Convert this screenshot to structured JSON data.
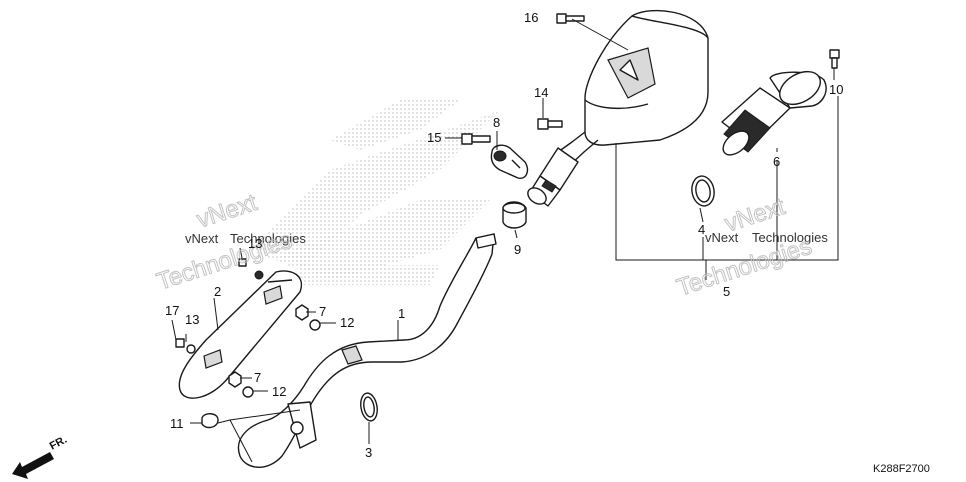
{
  "diagram_code": "K288F2700",
  "direction_label": "FR.",
  "watermark": {
    "brand": "vNext",
    "word": "Technologies"
  },
  "callouts": [
    {
      "id": "c1",
      "label": "1"
    },
    {
      "id": "c2",
      "label": "2"
    },
    {
      "id": "c3",
      "label": "3"
    },
    {
      "id": "c4",
      "label": "4"
    },
    {
      "id": "c5",
      "label": "5"
    },
    {
      "id": "c6",
      "label": "6"
    },
    {
      "id": "c7a",
      "label": "7"
    },
    {
      "id": "c7b",
      "label": "7"
    },
    {
      "id": "c8",
      "label": "8"
    },
    {
      "id": "c9",
      "label": "9"
    },
    {
      "id": "c10",
      "label": "10"
    },
    {
      "id": "c11",
      "label": "11"
    },
    {
      "id": "c12a",
      "label": "12"
    },
    {
      "id": "c12b",
      "label": "12"
    },
    {
      "id": "c13a",
      "label": "13"
    },
    {
      "id": "c13b",
      "label": "13"
    },
    {
      "id": "c14",
      "label": "14"
    },
    {
      "id": "c15",
      "label": "15"
    },
    {
      "id": "c16",
      "label": "16"
    },
    {
      "id": "c17",
      "label": "17"
    }
  ]
}
